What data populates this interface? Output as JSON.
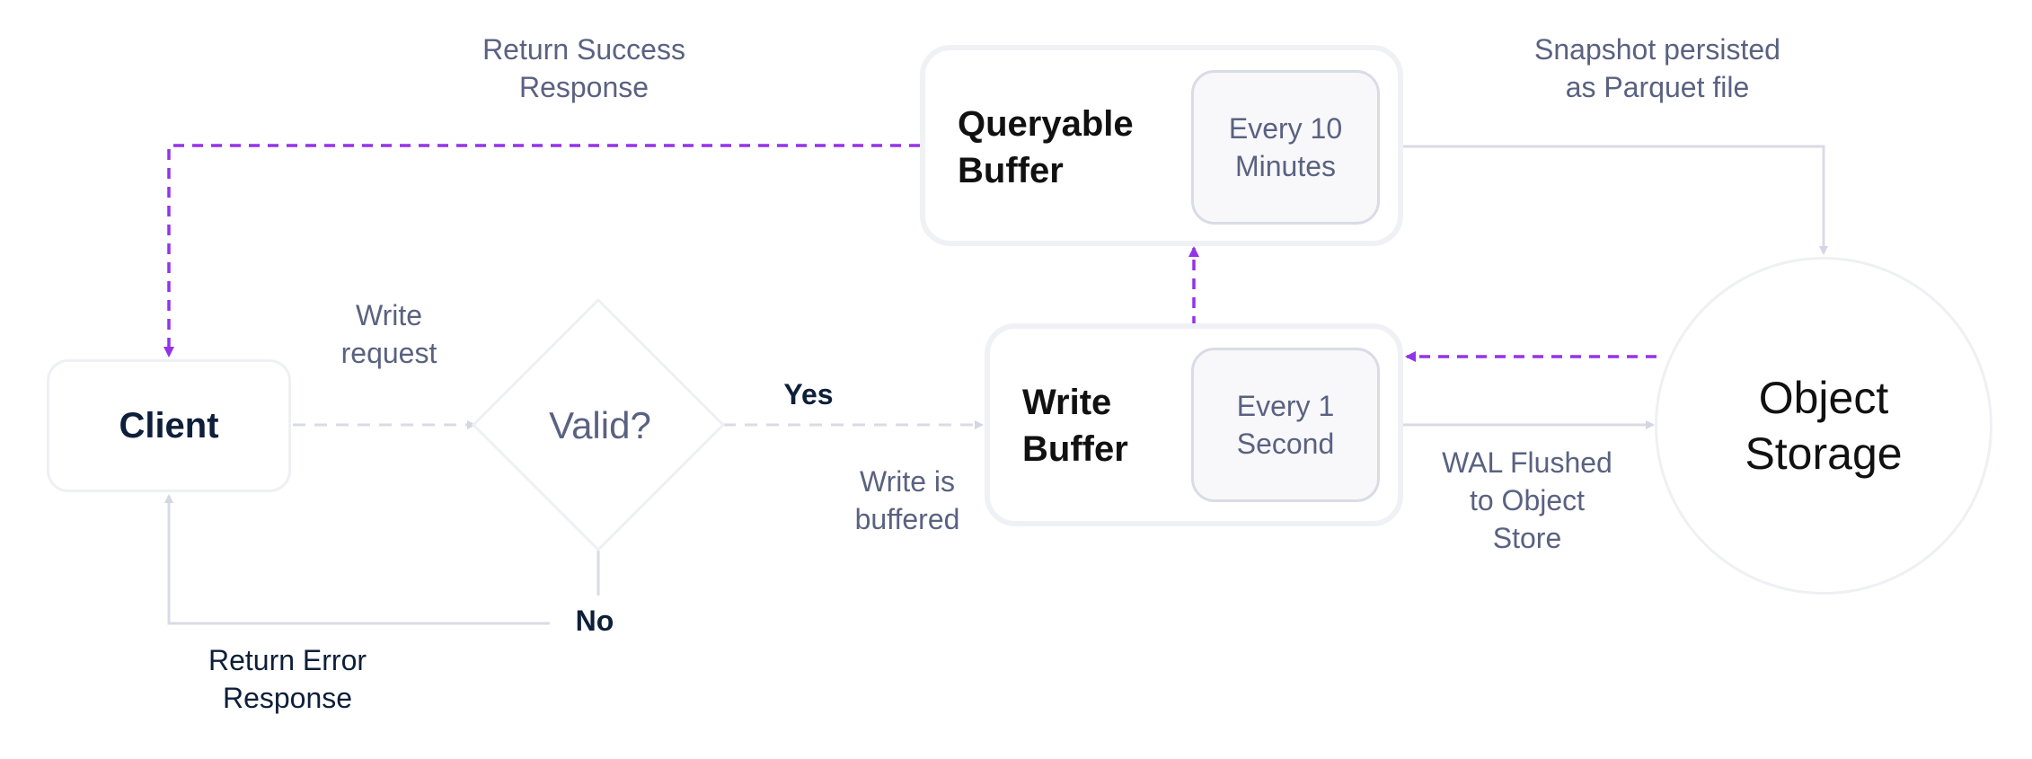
{
  "nodes": {
    "client": "Client",
    "decision": "Valid?",
    "queryable_buffer": {
      "title": "Queryable\nBuffer",
      "interval": "Every 10\nMinutes"
    },
    "write_buffer": {
      "title": "Write\nBuffer",
      "interval": "Every 1\nSecond"
    },
    "object_storage": "Object\nStorage"
  },
  "edge_labels": {
    "return_success": "Return Success\nResponse",
    "snapshot": "Snapshot persisted\nas Parquet file",
    "write_request": "Write\nrequest",
    "yes": "Yes",
    "write_buffered": "Write is\nbuffered",
    "wal_flushed": "WAL Flushed\nto Object\nStore",
    "no": "No",
    "return_error": "Return Error\nResponse"
  },
  "colors": {
    "accent_purple": "#9333ea",
    "connector_gray": "#d9dbe6",
    "text_gray": "#5a6281",
    "text_dark": "#0e1f3a"
  }
}
